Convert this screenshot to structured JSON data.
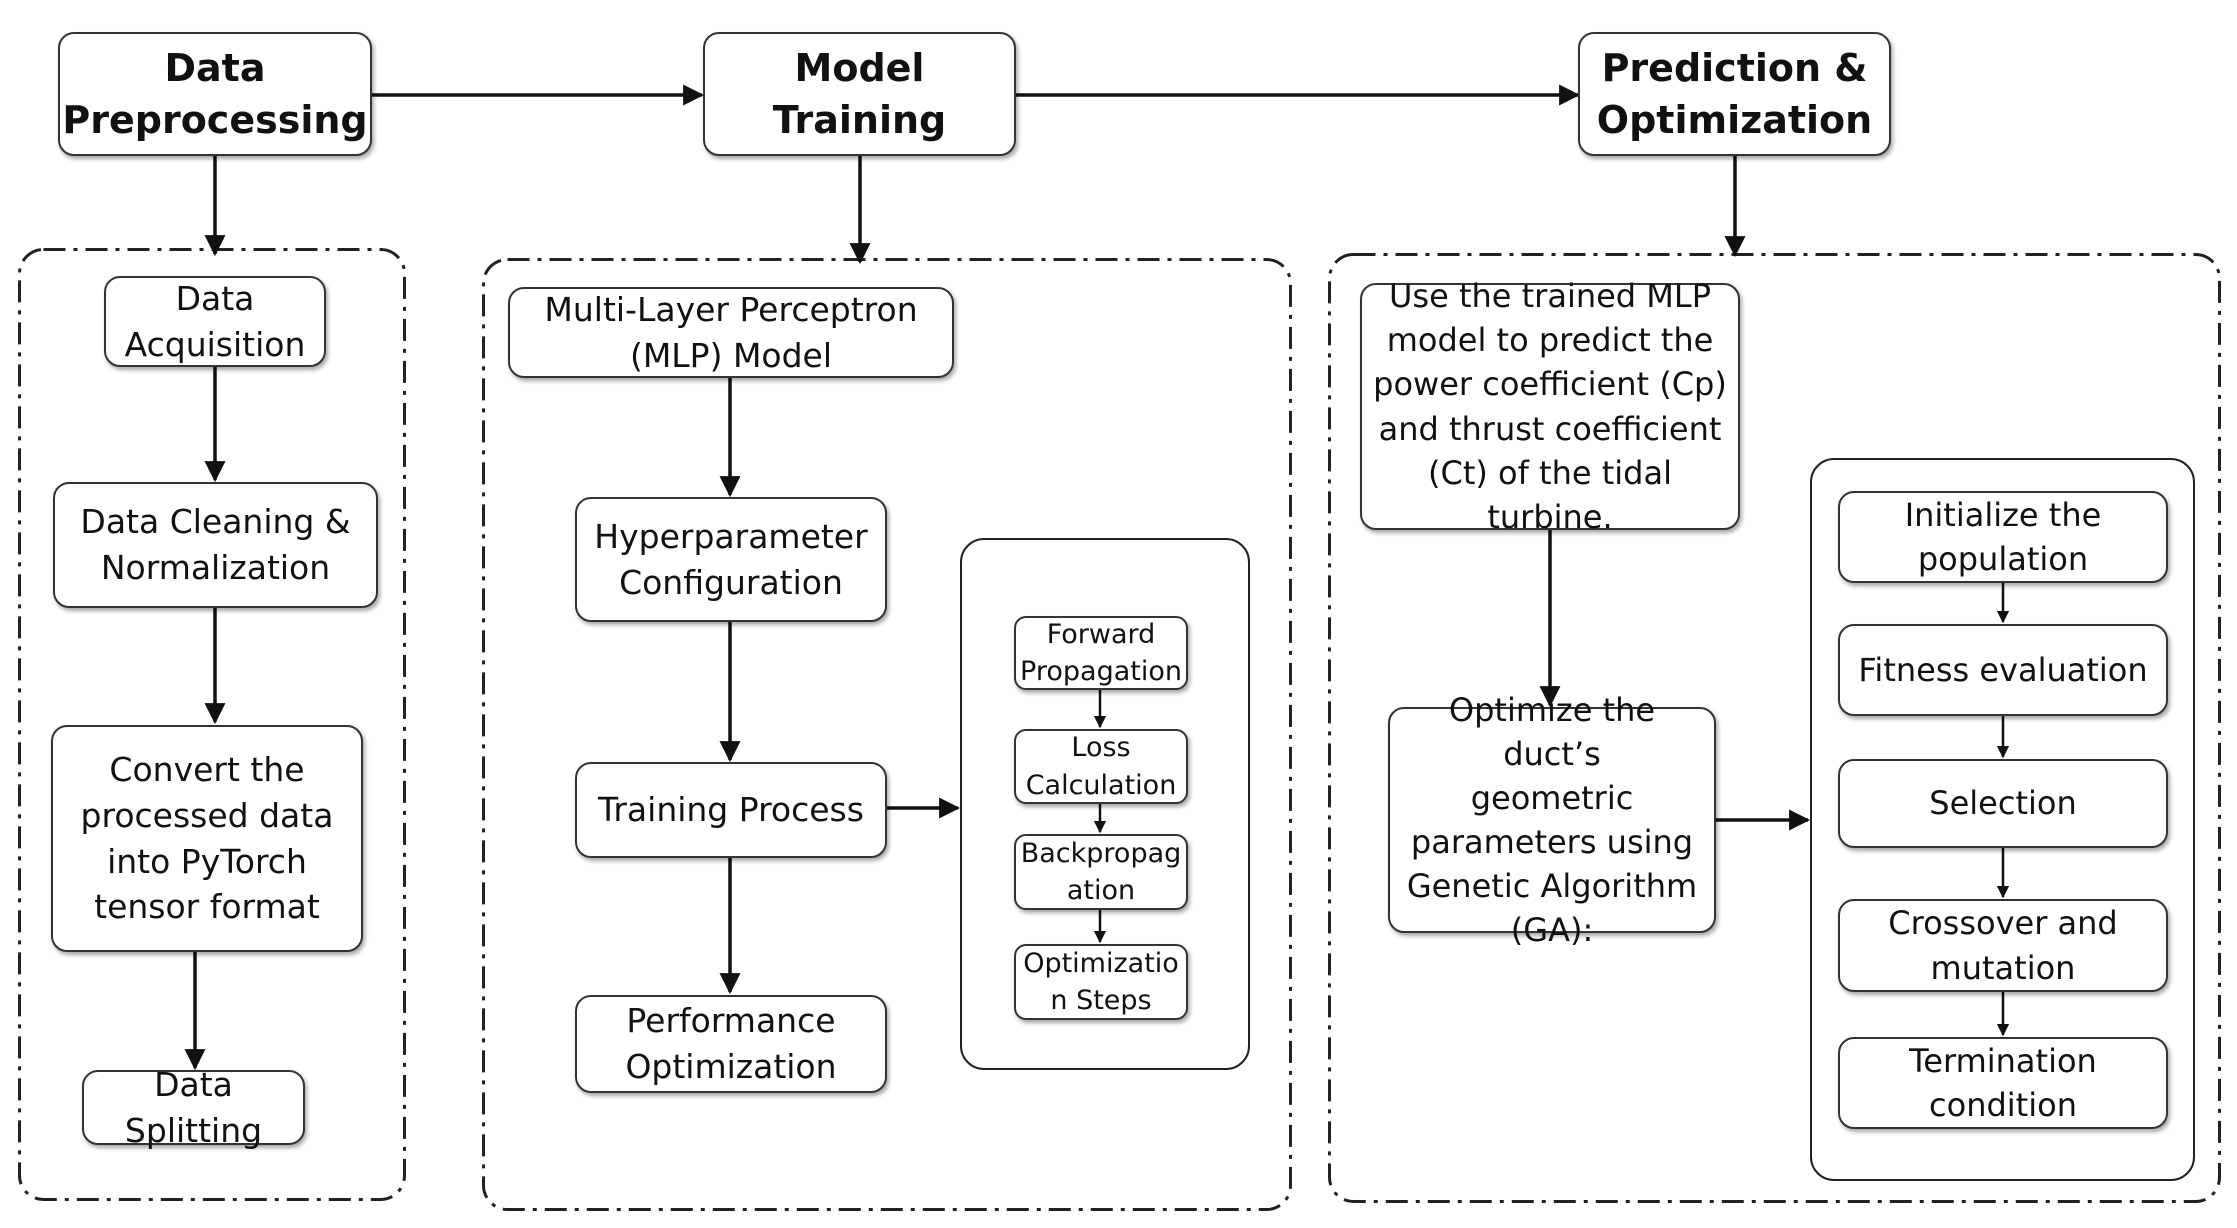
{
  "headers": {
    "preprocessing": "Data\nPreprocessing",
    "training": "Model Training",
    "prediction": "Prediction &\nOptimization"
  },
  "preprocessing_steps": {
    "acquisition": "Data\nAcquisition",
    "cleaning": "Data Cleaning &\nNormalization",
    "convert": "Convert the\nprocessed data\ninto PyTorch\ntensor format",
    "splitting": "Data Splitting"
  },
  "training_steps": {
    "mlp": "Multi-Layer Perceptron\n(MLP) Model",
    "hyperparameter": "Hyperparameter\nConfiguration",
    "training_process": "Training Process",
    "performance": "Performance\nOptimization"
  },
  "training_substeps": {
    "forward": "Forward\nPropagation",
    "loss": "Loss\nCalculation",
    "backprop": "Backpropag\nation",
    "optimization_steps": "Optimizatio\nn Steps"
  },
  "prediction_steps": {
    "use_model": "Use the trained MLP\nmodel to predict the\npower coefficient (Cp)\nand thrust coefficient\n(Ct) of the tidal turbine.",
    "optimize": "Optimize the duct’s\ngeometric\nparameters using\nGenetic Algorithm\n(GA):"
  },
  "ga_steps": {
    "initialize": "Initialize the\npopulation",
    "fitness": "Fitness evaluation",
    "selection": "Selection",
    "crossover": "Crossover and\nmutation",
    "termination": "Termination\ncondition"
  }
}
